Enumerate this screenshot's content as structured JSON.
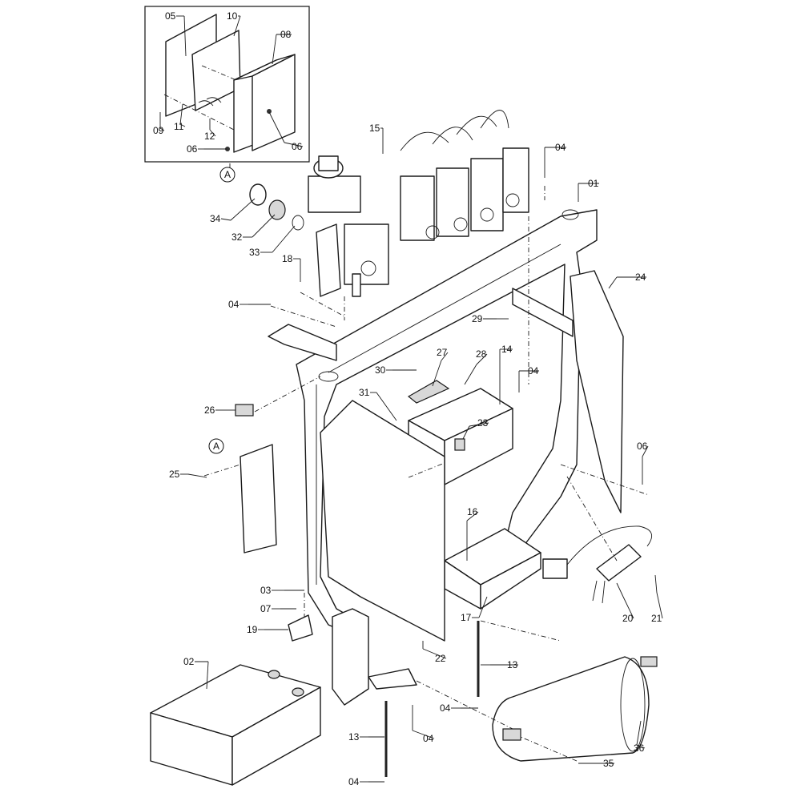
{
  "title": "Exploded parts diagram",
  "callouts": [
    "05",
    "10",
    "08",
    "09",
    "11",
    "12",
    "06",
    "06",
    "15",
    "04",
    "01",
    "34",
    "32",
    "33",
    "18",
    "04",
    "24",
    "29",
    "27",
    "28",
    "14",
    "30",
    "04",
    "31",
    "26",
    "23",
    "06",
    "25",
    "16",
    "03",
    "07",
    "19",
    "17",
    "20",
    "21",
    "22",
    "02",
    "13",
    "04",
    "04",
    "13",
    "36",
    "35",
    "04"
  ],
  "detail_markers": [
    "A",
    "A"
  ]
}
